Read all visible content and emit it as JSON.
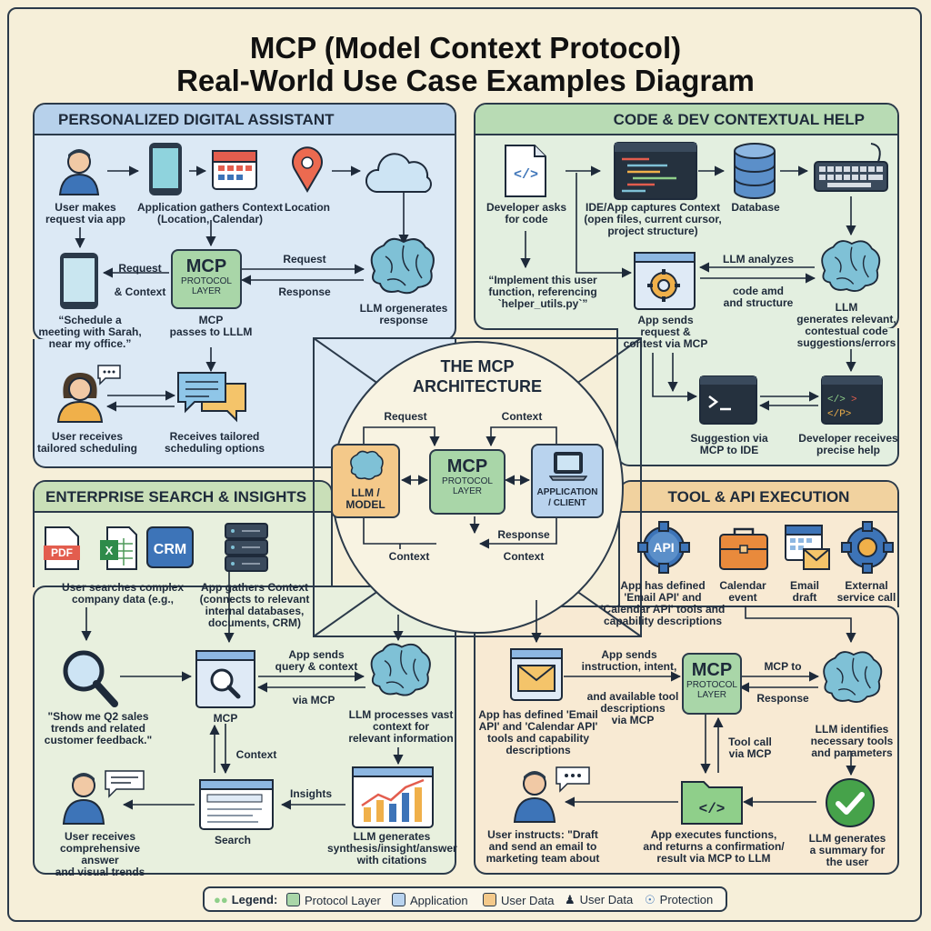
{
  "title": {
    "line1": "MCP (Model Context Protocol)",
    "line2": "Real-World Use Case Examples Diagram"
  },
  "colors": {
    "protocol_layer": "#a9d6a8",
    "application": "#b9d3ee",
    "user_data": "#f4c98a",
    "panel_blue": "#dce9f5",
    "panel_green_light": "#e3efe0",
    "panel_orange": "#f8ead3"
  },
  "panels": {
    "assistant": {
      "header": "PERSONALIZED DIGITAL ASSISTANT",
      "user_request": "User makes\nrequest via app",
      "gathers": "Application gathers Context\n(Location, Calendar)",
      "location": "Location",
      "request": "Request",
      "and_context": "& Context",
      "mcp_big": "MCP",
      "mcp_small": "PROTOCOL\nLAYER",
      "llm_request": "Request",
      "response": "Response",
      "llm_generates": "LLM orgenerates\nresponse",
      "quote": "“Schedule a\nmeeting with Sarah,\nnear my office.”",
      "mcp_passes": "MCP\npasses to LLLM",
      "user_receives": "User receives\ntailored scheduling",
      "receives_tailored": "Receives tailored\nscheduling options"
    },
    "code": {
      "header": "CODE & DEV CONTEXTUAL HELP",
      "dev_asks": "Developer asks\nfor code",
      "ide_captures": "IDE/App captures Context\n(open files, current cursor,\nproject structure)",
      "database": "Database",
      "quote": "“Implement this user\nfunction, referencing\n`helper_utils.py`”",
      "llm_analyzes": "LLM analyzes",
      "code_amd": "code amd\nand structure",
      "app_sends": "App sends\nrequest &\ncontest via MCP",
      "llm_generates": "LLM\ngenerates relevant,\ncontestual code\nsuggestions/errors",
      "suggestion": "Suggestion via\nMCP to IDE",
      "dev_receives": "Developer receives\nprecise help"
    },
    "center": {
      "title": "THE MCP\nARCHITECTURE",
      "request": "Request",
      "context_top": "Context",
      "llm": "LLM /\nMODEL",
      "mcp_big": "MCP",
      "mcp_small": "PROTOCOL\nLAYER",
      "app": "APPLICATION\n/ CLIENT",
      "response": "Response",
      "context_left": "Context",
      "context_right": "Context"
    },
    "enterprise": {
      "header": "ENTERPRISE SEARCH & INSIGHTS",
      "pdf": "PDF",
      "xls": "X",
      "crm": "CRM",
      "user_searches": "User searches complex\ncompany data (e.g.,",
      "app_gathers": "App gathers Context\n(connects to relevant\ninternal databases,\ndocuments, CRM)",
      "app_sends": "App sends\nquery & context",
      "via_mcp": "via MCP",
      "quote": "\"Show me Q2 sales\ntrends and related\ncustomer feedback.\"",
      "mcp": "MCP",
      "llm_processes": "LLM processes vast\ncontext for\nrelevant information",
      "context": "Context",
      "insights": "Insights",
      "user_receives": "User receives\ncomprehensive answer\nand visual trends",
      "search": "Search",
      "llm_generates": "LLM generates\nsynthesis/insight/answer\nwith citations"
    },
    "tool": {
      "header": "TOOL & API EXECUTION",
      "api": "API",
      "app_defined": "App has defined\n'Email API' and\n'Calendar API' tools and\ncapability descriptions",
      "calendar": "Calendar\nevent",
      "email": "Email\ndraft",
      "external": "External\nservice call",
      "app_sends": "App sends\ninstruction, intent,",
      "available": "and available tool\ndescriptions\nvia MCP",
      "mcp_to": "MCP to",
      "response": "Response",
      "mcp_big": "MCP",
      "mcp_small": "PROTOCOL\nLAYER",
      "app_defined2": "App has defined 'Email\nAPI' and 'Calendar API'\ntools and capability\ndescriptions",
      "tool_call": "Tool call\nvia MCP",
      "llm_identifies": "LLM identifies\nnecessary tools\nand parameters",
      "user_instructs": "User instructs: \"Draft\nand send an email to\nmarketing team about",
      "app_executes": "App executes functions,\nand returns a confirmation/\nresult via MCP to LLM",
      "llm_summary": "LLM generates\na summary for\nthe user"
    }
  },
  "legend": {
    "title": "Legend:",
    "items": [
      "Protocol Layer",
      "Application",
      "User Data",
      "User Data",
      "Protection"
    ]
  }
}
